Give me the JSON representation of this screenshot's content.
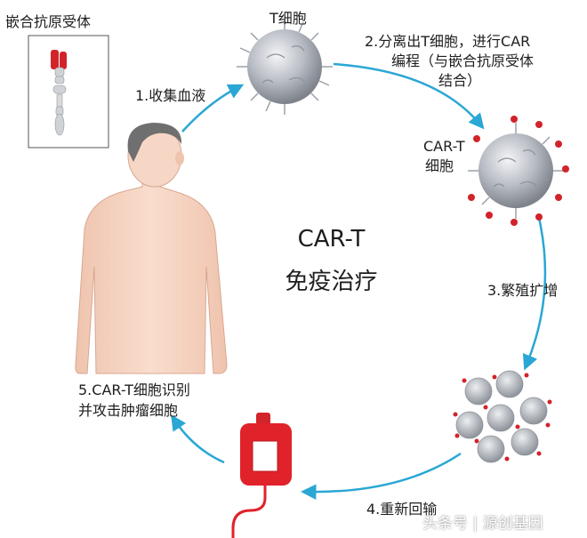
{
  "center": {
    "line1": "CAR-T",
    "line2": "免疫治疗"
  },
  "receptor_box": {
    "label": "嵌合抗原受体"
  },
  "labels": {
    "t_cell": "T细胞",
    "step1": "1.收集血液",
    "step2_line1": "2.分离出T细胞，进行CAR",
    "step2_line2": "编程（与嵌合抗原受体",
    "step2_line3": "结合）",
    "car_t_line1": "CAR-T",
    "car_t_line2": "细胞",
    "step3": "3.繁殖扩增",
    "step4": "4.重新回输",
    "step5_line1": "5.CAR-T细胞识别",
    "step5_line2": "并攻击肿瘤细胞"
  },
  "watermark": "头条号 | 源创基因",
  "colors": {
    "arrow": "#2aa7d4",
    "skin": "#f6d7c6",
    "hair": "#6f6f6f",
    "cell": "#b8bcc4",
    "receptor": "#d2232a",
    "blood_bag": "#e0222a"
  },
  "icons": [
    "person-figure",
    "t-cell-icon",
    "car-t-cell-icon",
    "cell-cluster-icon",
    "blood-bag-icon",
    "receptor-icon"
  ]
}
